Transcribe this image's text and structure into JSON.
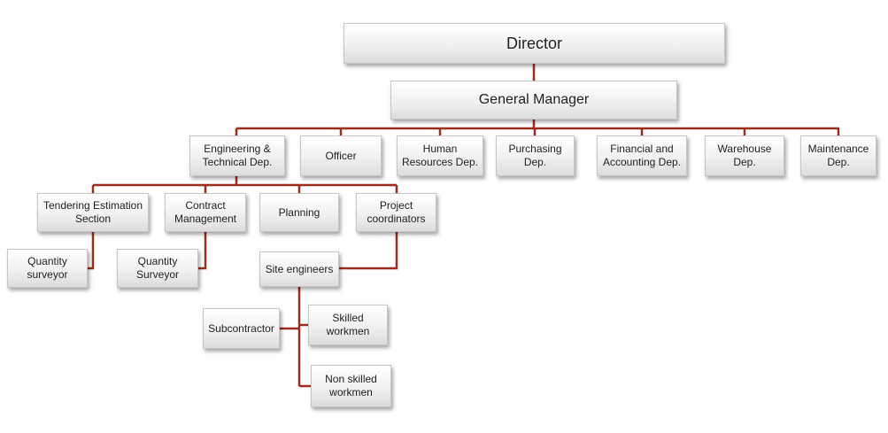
{
  "nodes": {
    "director": "Director",
    "general_manager": "General Manager",
    "engineering": "Engineering & Technical Dep.",
    "officer": "Officer",
    "human_resources": "Human Resources Dep.",
    "purchasing": "Purchasing Dep.",
    "financial": "Financial and Accounting Dep.",
    "warehouse": "Warehouse Dep.",
    "maintenance": "Maintenance Dep.",
    "tendering": "Tendering Estimation Section",
    "contract": "Contract Management",
    "planning": "Planning",
    "project_coordinators": "Project coordinators",
    "quantity_surveyor_1": "Quantity surveyor",
    "quantity_surveyor_2": "Quantity Surveyor",
    "site_engineers": "Site engineers",
    "subcontractor": "Subcontractor",
    "skilled_workmen": "Skilled workmen",
    "non_skilled_workmen": "Non skilled workmen"
  },
  "connector_color": "#9b2d1f"
}
